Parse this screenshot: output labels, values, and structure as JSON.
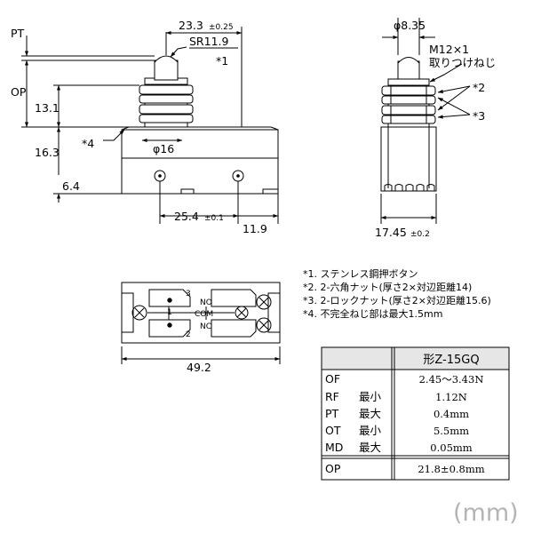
{
  "side_view": {
    "pt": "PT",
    "op": "OP",
    "dim_233": "23.3",
    "tol_233": "±0.25",
    "sr": "SR11.9",
    "star1": "*1",
    "dim_131": "13.1",
    "star4": "*4",
    "dim_163": "16.3",
    "phi16": "φ16",
    "dim_64": "6.4",
    "dim_254": "25.4",
    "tol_254": "±0.1",
    "dim_119": "11.9"
  },
  "end_view": {
    "phi835": "φ8.35",
    "thread": "M12×1",
    "thread_note": "取りつけねじ",
    "star2": "*2",
    "star3": "*3",
    "dim_1745": "17.45",
    "tol_1745": "±0.2"
  },
  "bottom_view": {
    "term1": "1",
    "term2": "2",
    "term3": "3",
    "no": "NO",
    "com": "COM",
    "nc": "NC",
    "dim_492": "49.2"
  },
  "notes": [
    "*1. ステンレス鋼押ボタン",
    "*2. 2-六角ナット(厚さ2×対辺距離14)",
    "*3. 2-ロックナット(厚さ2×対辺距離15.6)",
    "*4. 不完全ねじ部は最大1.5mm"
  ],
  "spec_table": {
    "model": "形Z-15GQ",
    "rows": [
      {
        "k": "OF",
        "q": "",
        "v": "2.45～3.43N"
      },
      {
        "k": "RF",
        "q": "最小",
        "v": "1.12N"
      },
      {
        "k": "PT",
        "q": "最大",
        "v": "0.4mm"
      },
      {
        "k": "OT",
        "q": "最小",
        "v": "5.5mm"
      },
      {
        "k": "MD",
        "q": "最大",
        "v": "0.05mm"
      }
    ],
    "op": {
      "k": "OP",
      "v": "21.8±0.8mm"
    }
  },
  "unit": "(mm)"
}
